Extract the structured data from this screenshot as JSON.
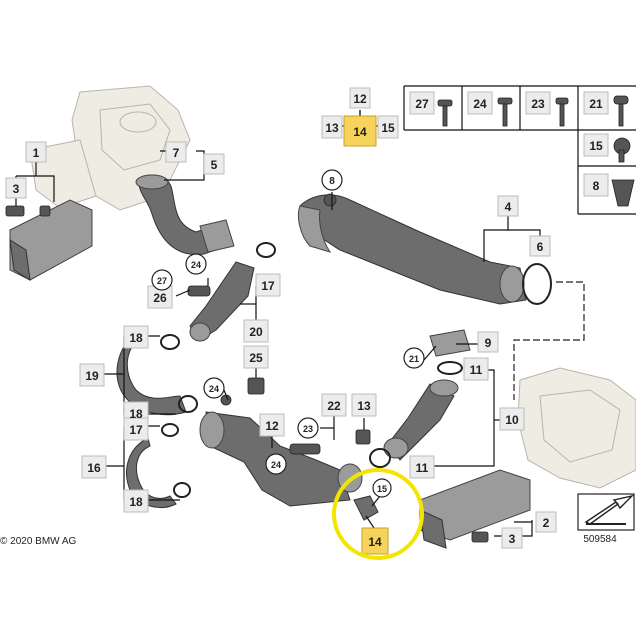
{
  "diagram": {
    "callouts": [
      {
        "id": "c1",
        "text": "1"
      },
      {
        "id": "c3a",
        "text": "3"
      },
      {
        "id": "c7",
        "text": "7"
      },
      {
        "id": "c5",
        "text": "5"
      },
      {
        "id": "c12top",
        "text": "12"
      },
      {
        "id": "c13top",
        "text": "13"
      },
      {
        "id": "c14top",
        "text": "14"
      },
      {
        "id": "c15top",
        "text": "15"
      },
      {
        "id": "c8",
        "text": "8"
      },
      {
        "id": "c4",
        "text": "4"
      },
      {
        "id": "c6",
        "text": "6"
      },
      {
        "id": "c24a",
        "text": "24"
      },
      {
        "id": "c27",
        "text": "27"
      },
      {
        "id": "c26",
        "text": "26"
      },
      {
        "id": "c17a",
        "text": "17"
      },
      {
        "id": "c20",
        "text": "20"
      },
      {
        "id": "c18a",
        "text": "18"
      },
      {
        "id": "c19",
        "text": "19"
      },
      {
        "id": "c18b",
        "text": "18"
      },
      {
        "id": "c25",
        "text": "25"
      },
      {
        "id": "c24b",
        "text": "24"
      },
      {
        "id": "c9",
        "text": "9"
      },
      {
        "id": "c21",
        "text": "21"
      },
      {
        "id": "c11a",
        "text": "11"
      },
      {
        "id": "c10",
        "text": "10"
      },
      {
        "id": "c12",
        "text": "12"
      },
      {
        "id": "c22",
        "text": "22"
      },
      {
        "id": "c23",
        "text": "23"
      },
      {
        "id": "c13",
        "text": "13"
      },
      {
        "id": "c24c",
        "text": "24"
      },
      {
        "id": "c17b",
        "text": "17"
      },
      {
        "id": "c16",
        "text": "16"
      },
      {
        "id": "c18c",
        "text": "18"
      },
      {
        "id": "c11b",
        "text": "11"
      },
      {
        "id": "c15",
        "text": "15"
      },
      {
        "id": "c14",
        "text": "14"
      },
      {
        "id": "c2",
        "text": "2"
      },
      {
        "id": "c3b",
        "text": "3"
      }
    ],
    "legend_items": [
      {
        "id": "l27",
        "text": "27"
      },
      {
        "id": "l24",
        "text": "24"
      },
      {
        "id": "l23",
        "text": "23"
      },
      {
        "id": "l21",
        "text": "21"
      },
      {
        "id": "l15",
        "text": "15"
      },
      {
        "id": "l8",
        "text": "8"
      }
    ],
    "copyright": "© 2020 BMW AG",
    "diagram_number": "509584",
    "highlight_color": "#f6d35a",
    "circle_color": "#f2e600"
  }
}
